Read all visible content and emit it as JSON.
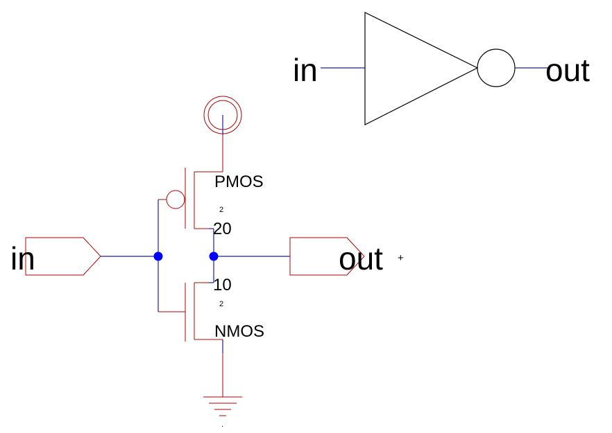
{
  "symbol": {
    "input_label": "in",
    "output_label": "out"
  },
  "schematic": {
    "input_pin": "in",
    "output_pin": "out",
    "output_marker": "+",
    "pmos": {
      "name": "PMOS",
      "length": "2",
      "width": "20"
    },
    "nmos": {
      "name": "NMOS",
      "length": "2",
      "width": "10"
    },
    "ground_dot": "."
  },
  "colors": {
    "device": "#b00000",
    "wire": "#1c1ca8",
    "junction": "#0000ff",
    "symbol": "#000000"
  }
}
